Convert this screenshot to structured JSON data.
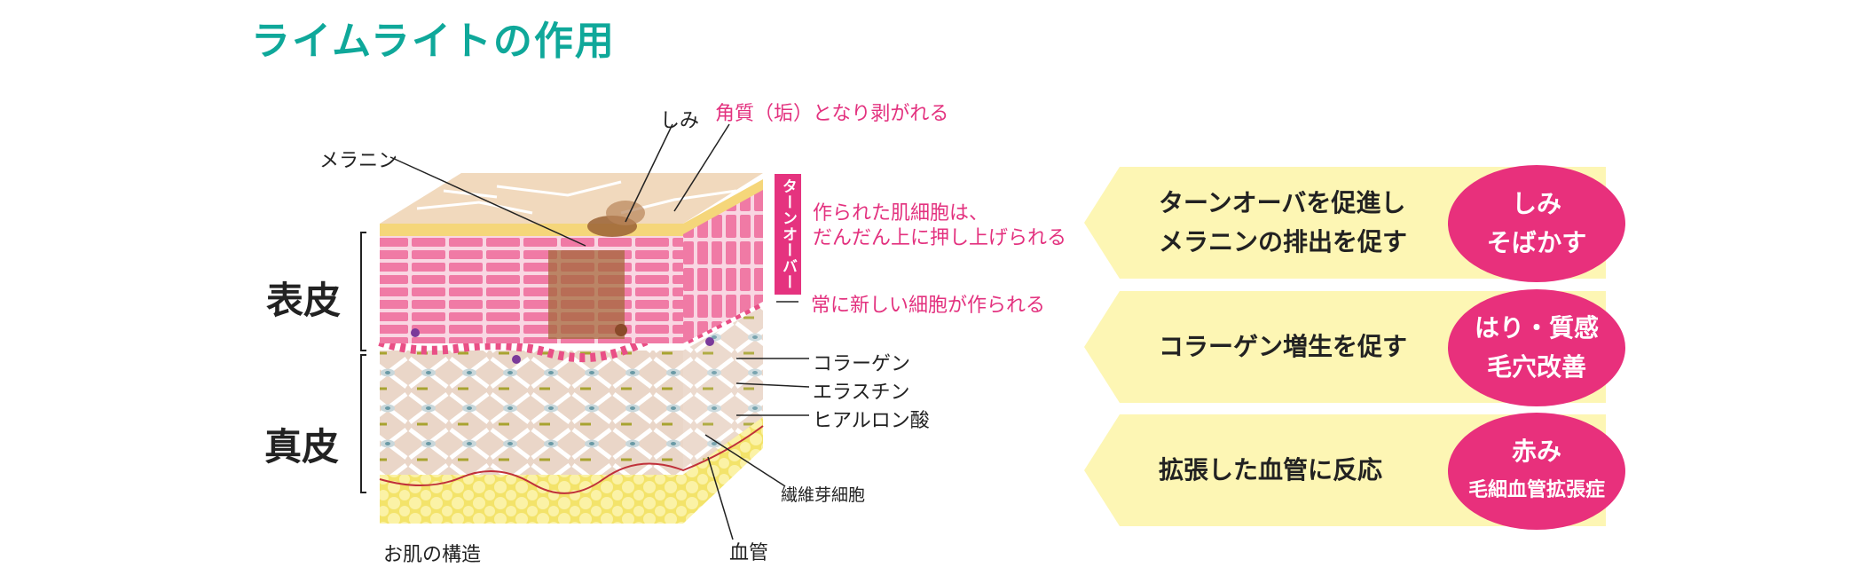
{
  "title": "ライムライトの作用",
  "diagram": {
    "caption": "お肌の構造",
    "layers": {
      "epidermis": "表皮",
      "dermis": "真皮"
    },
    "labels": {
      "spot": "しみ",
      "melanin": "メラニン",
      "stratum_corneum": "角質（垢）となり剥がれる",
      "turnover_box": "ターンオーバー",
      "cells_pushed_1": "作られた肌細胞は、",
      "cells_pushed_2": "だんだん上に押し上げられる",
      "new_cells": "常に新しい細胞が作られる",
      "collagen": "コラーゲン",
      "elastin": "エラスチン",
      "hyaluronic": "ヒアルロン酸",
      "fibroblast": "繊維芽細胞",
      "vessel": "血管"
    },
    "colors": {
      "surface": "#f1d9bd",
      "cells": "#f07aa5",
      "dermis": "#ead8cd",
      "fat": "#f7ea7a",
      "basal": "#e94f86"
    }
  },
  "effects": [
    {
      "text_lines": [
        "ターンオーバを促進し",
        "メラニンの排出を促す"
      ],
      "badge_line1": "しみ",
      "badge_line2": "そばかす",
      "badge_small": false
    },
    {
      "text_lines": [
        "コラーゲン増生を促す"
      ],
      "badge_line1": "はり・質感",
      "badge_line2": "毛穴改善",
      "badge_small": false
    },
    {
      "text_lines": [
        "拡張した血管に反応"
      ],
      "badge_line1": "赤み",
      "badge_line2": "毛細血管拡張症",
      "badge_small": true
    }
  ],
  "banner_color": "#fdf6b4",
  "badge_color": "#e8307c"
}
